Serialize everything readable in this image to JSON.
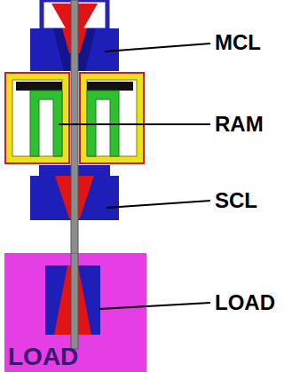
{
  "diagram": {
    "nodes": [
      {
        "text": [
          "LOAD"
        ]
      }
    ],
    "labels": [
      "MCL",
      "RAM",
      "SCL",
      "LOAD"
    ]
  }
}
